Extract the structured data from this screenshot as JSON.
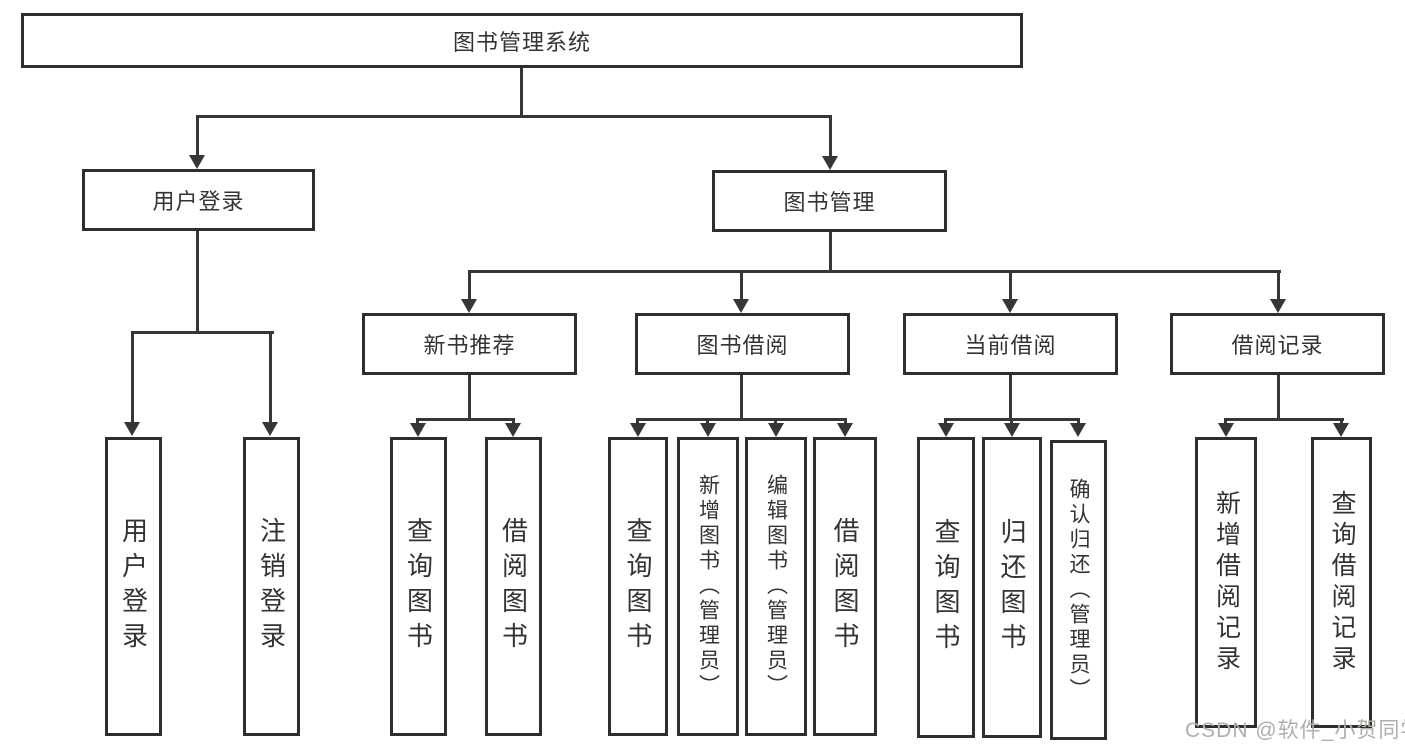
{
  "tree": {
    "root": {
      "label": "图书管理系统"
    },
    "branches": [
      {
        "label": "用户登录",
        "leaves": [
          {
            "label": "用户登录"
          },
          {
            "label": "注销登录"
          }
        ]
      },
      {
        "label": "图书管理",
        "groups": [
          {
            "label": "新书推荐",
            "leaves": [
              {
                "label": "查询图书"
              },
              {
                "label": "借阅图书"
              }
            ]
          },
          {
            "label": "图书借阅",
            "leaves": [
              {
                "label": "查询图书"
              },
              {
                "label": "新增图书（管理员）"
              },
              {
                "label": "编辑图书（管理员）"
              },
              {
                "label": "借阅图书"
              }
            ]
          },
          {
            "label": "当前借阅",
            "leaves": [
              {
                "label": "查询图书"
              },
              {
                "label": "归还图书"
              },
              {
                "label": "确认归还（管理员）"
              }
            ]
          },
          {
            "label": "借阅记录",
            "leaves": [
              {
                "label": "新增借阅记录"
              },
              {
                "label": "查询借阅记录"
              }
            ]
          }
        ]
      }
    ]
  },
  "watermark": "CSDN @软件_小贺同学",
  "colors": {
    "line": "#363636",
    "box_border": "#2e2e2e",
    "text": "#333333",
    "watermark": "#b1aeab",
    "background": "#ffffff"
  }
}
